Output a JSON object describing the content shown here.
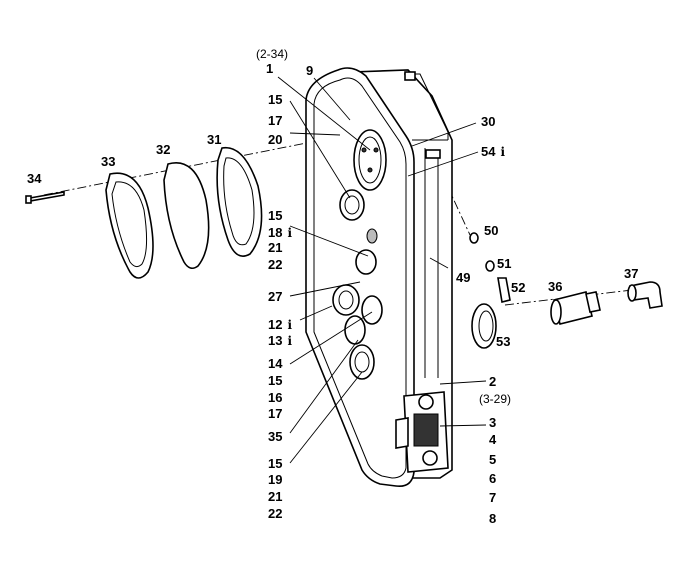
{
  "references": {
    "top": "(2-34)",
    "right": "(3-29)"
  },
  "note_icon": "info-icon",
  "note_symbol": "i",
  "labels": {
    "p1": "1",
    "p9": "9",
    "p15a": "15",
    "p17a": "17",
    "p20": "20",
    "p31": "31",
    "p32": "32",
    "p33": "33",
    "p34": "34",
    "p30": "30",
    "p54": "54",
    "p15b": "15",
    "p18": "18",
    "p21a": "21",
    "p22a": "22",
    "p27": "27",
    "p12": "12",
    "p13": "13",
    "p14": "14",
    "p15c": "15",
    "p16": "16",
    "p17b": "17",
    "p35": "35",
    "p15d": "15",
    "p19": "19",
    "p21b": "21",
    "p22b": "22",
    "p50": "50",
    "p51": "51",
    "p52": "52",
    "p53": "53",
    "p36": "36",
    "p37": "37",
    "p49": "49",
    "p2": "2",
    "p3": "3",
    "p4": "4",
    "p5": "5",
    "p6": "6",
    "p7": "7",
    "p8": "8"
  }
}
